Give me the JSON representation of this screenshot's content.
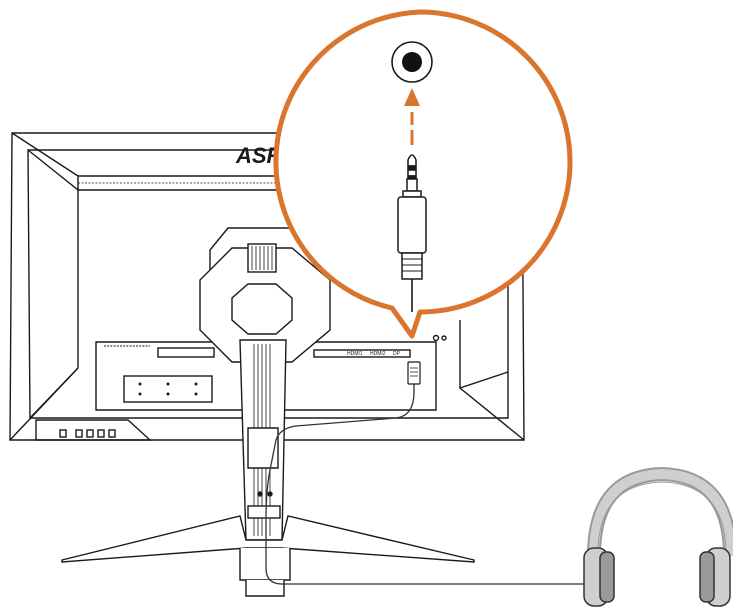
{
  "monitor": {
    "brand_logo": "ASRock",
    "port_labels": [
      "HDMI1",
      "HDMI2",
      "DP"
    ]
  },
  "callout": {
    "accent_color": "#D9752C"
  },
  "colors": {
    "line": "#1a1a1a",
    "cable": "#333333",
    "headphone_fill": "#cfcfcf",
    "headphone_dark": "#9a9a9a"
  },
  "icons": [
    "monitor-back",
    "audio-jack-port",
    "arrow-up-icon",
    "audio-plug-icon",
    "headphones-icon",
    "magnifier-callout"
  ]
}
